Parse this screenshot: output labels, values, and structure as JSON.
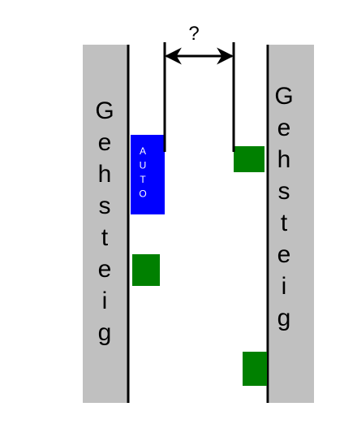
{
  "left_sidewalk": {
    "label": "Gehsteig"
  },
  "right_sidewalk": {
    "label": "Gehsteig"
  },
  "car": {
    "label": "AUTO"
  },
  "gap_measure": {
    "label": "?"
  },
  "colors": {
    "sidewalk": "#c0c0c0",
    "car": "#0000ff",
    "obstacle": "#008000",
    "line": "#000000",
    "car_text": "#ffffff"
  }
}
